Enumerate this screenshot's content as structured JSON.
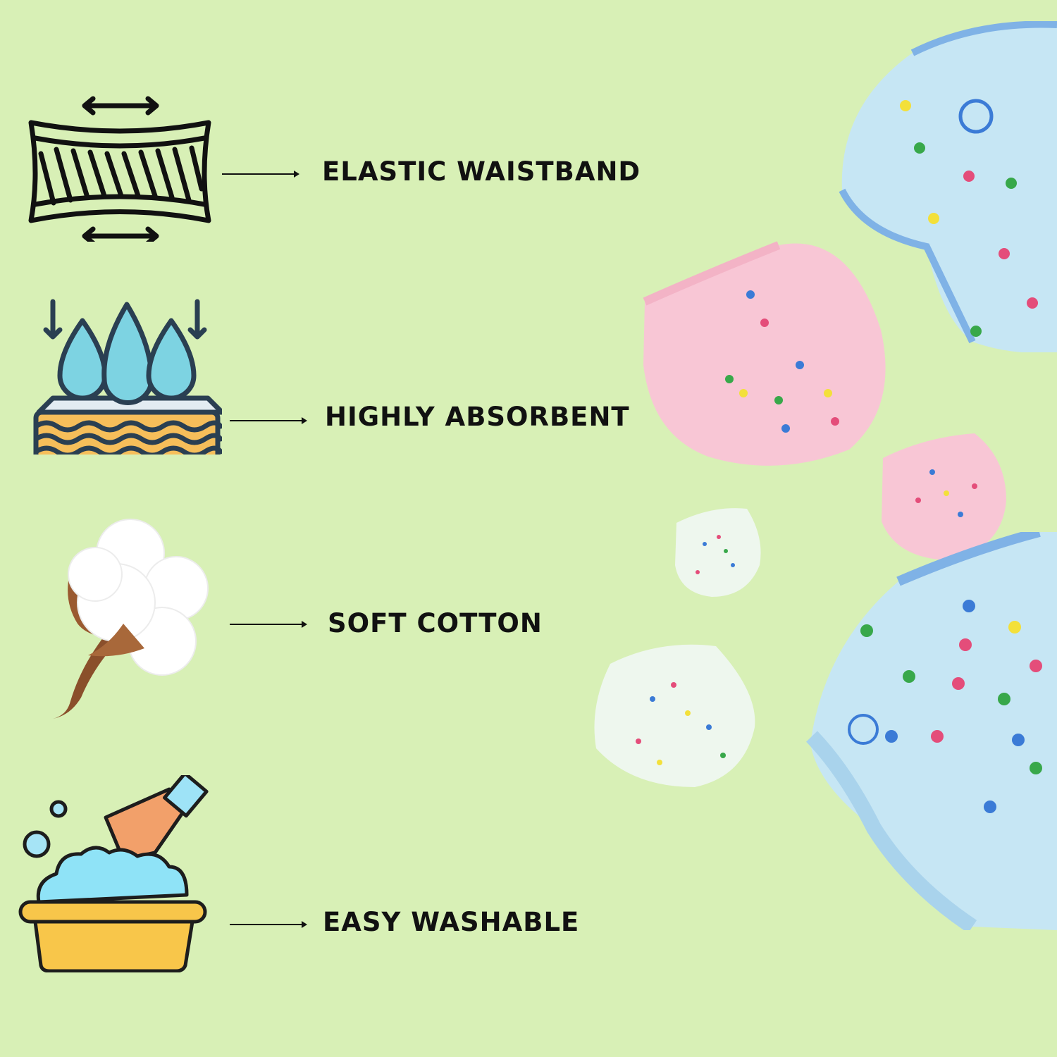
{
  "background_color": "#d8f0b6",
  "features": [
    {
      "label": "ELASTIC WAISTBAND",
      "icon": "elastic-waistband-icon"
    },
    {
      "label": "HIGHLY ABSORBENT",
      "icon": "absorbent-layers-icon"
    },
    {
      "label": "SOFT COTTON",
      "icon": "cotton-boll-icon"
    },
    {
      "label": "EASY WASHABLE",
      "icon": "hand-washing-basin-icon"
    }
  ],
  "product_images": [
    {
      "name": "blue-training-pant-large-top",
      "color": "#c6e6f4"
    },
    {
      "name": "pink-training-pant-medium",
      "color": "#f7c8d6"
    },
    {
      "name": "pink-training-pant-small",
      "color": "#f7c8d6"
    },
    {
      "name": "white-training-pant-small",
      "color": "#eef7ee"
    },
    {
      "name": "white-training-pant-medium",
      "color": "#eef7ee"
    },
    {
      "name": "blue-training-pant-large-bottom",
      "color": "#c6e6f4"
    }
  ]
}
